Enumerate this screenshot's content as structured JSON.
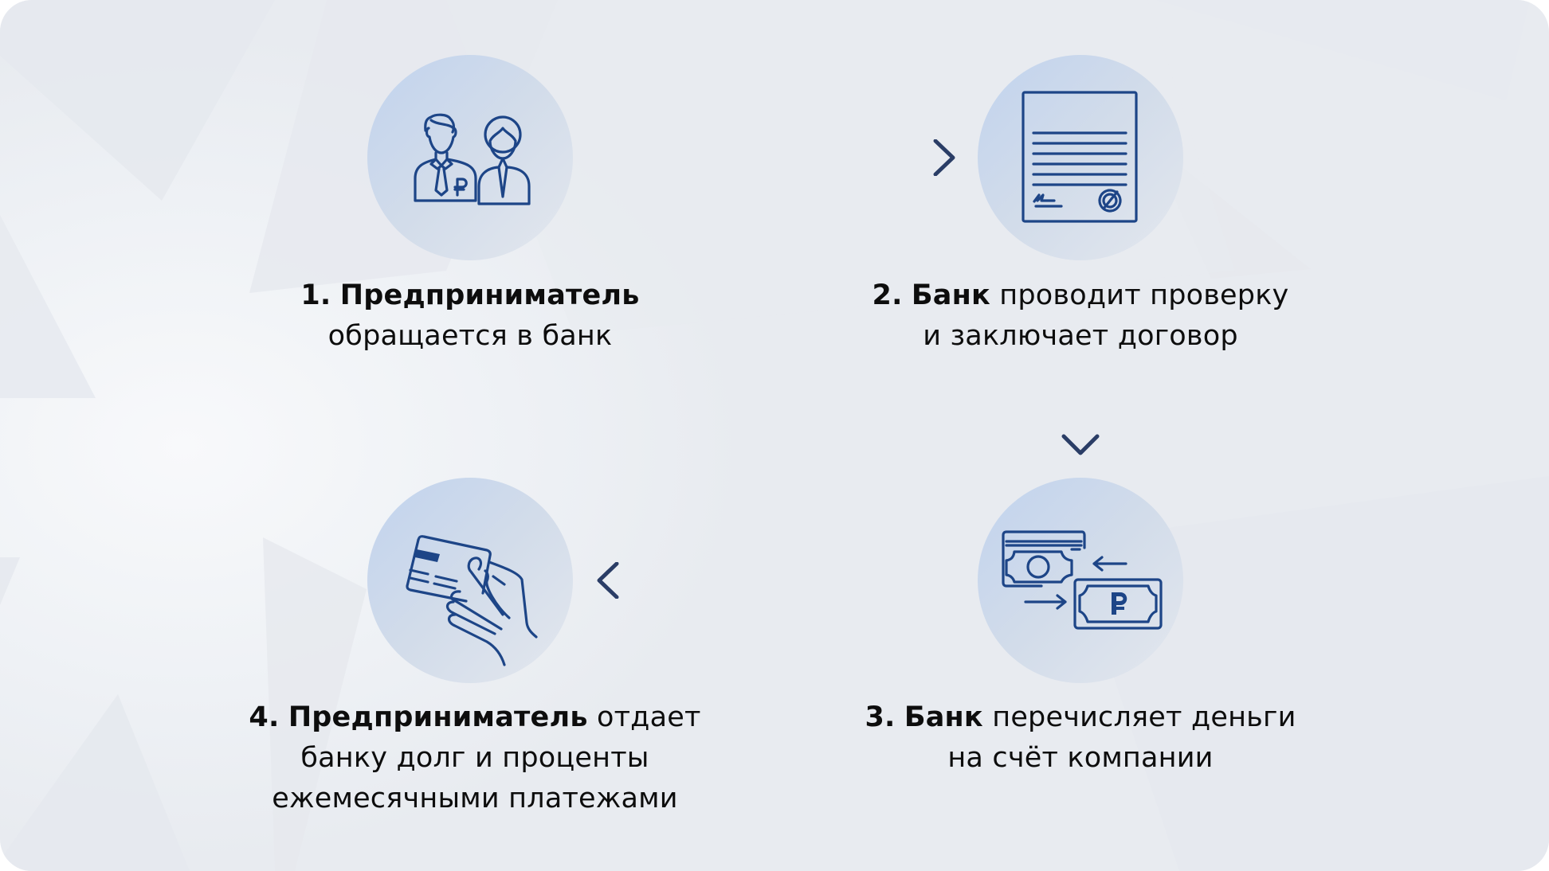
{
  "diagram": {
    "type": "process-cycle",
    "colors": {
      "icon_stroke": "#1d4587",
      "arrow": "#2a3d66",
      "circle_light": "#c1d3ee",
      "text": "#0d0d0d",
      "background": "#eceff3"
    },
    "steps": [
      {
        "number": "1.",
        "icon": "businessman-and-woman-icon",
        "bold": "Предприниматель",
        "rest_line1": "",
        "line2": "обращается в банк",
        "line3": ""
      },
      {
        "number": "2.",
        "icon": "signed-contract-icon",
        "bold": "Банк",
        "rest_line1": " проводит проверку",
        "line2": "и заключает договор",
        "line3": ""
      },
      {
        "number": "3.",
        "icon": "money-transfer-icon",
        "bold": "Банк",
        "rest_line1": " перечисляет деньги",
        "line2": "на счёт компании",
        "line3": ""
      },
      {
        "number": "4.",
        "icon": "hand-with-card-icon",
        "bold": "Предприниматель",
        "rest_line1": " отдает",
        "line2": "банку долг и проценты",
        "line3": "ежемесячными платежами"
      }
    ],
    "connections": [
      {
        "from": 1,
        "to": 2,
        "direction": "right"
      },
      {
        "from": 2,
        "to": 3,
        "direction": "down"
      },
      {
        "from": 3,
        "to": 4,
        "direction": "left"
      }
    ]
  }
}
